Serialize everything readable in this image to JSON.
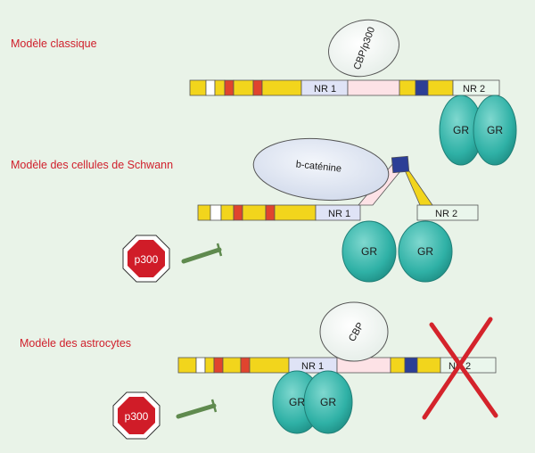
{
  "models": [
    {
      "title": "Modèle classique",
      "nr1": "NR 1",
      "nr2": "NR 2",
      "coactivator": "CBP/p300",
      "gr": [
        "GR",
        "GR"
      ]
    },
    {
      "title": "Modèle des cellules de Schwann",
      "nr1": "NR 1",
      "nr2": "NR 2",
      "coactivator": "b-caténine",
      "gr": [
        "GR",
        "GR"
      ],
      "inhibitor": "p300"
    },
    {
      "title": "Modèle des astrocytes",
      "nr1": "NR 1",
      "nr2": "NR 2",
      "coactivator": "CBP",
      "gr": [
        "GR",
        "GR"
      ],
      "inhibitor": "p300"
    }
  ],
  "colors": {
    "background": "#e9f3e8",
    "title_red": "#d0202c",
    "gr_teal": "#2fb1a6",
    "stop_red": "#d01c28",
    "cross_red": "#d4232b",
    "bar_yellow": "#f2d51c",
    "bar_red": "#e0442e",
    "bar_blue": "#2c3e96",
    "nr1_fill": "#dfe3f6",
    "nr2_fill": "#eaf6ec",
    "pink_fill": "#fde2e6",
    "bubble_fill": "#dbe3f1",
    "inhibitor_arrow": "#5f8a4e"
  },
  "icons": [
    "stop-octagon-icon",
    "inhibition-arrow-icon",
    "cross-icon"
  ]
}
